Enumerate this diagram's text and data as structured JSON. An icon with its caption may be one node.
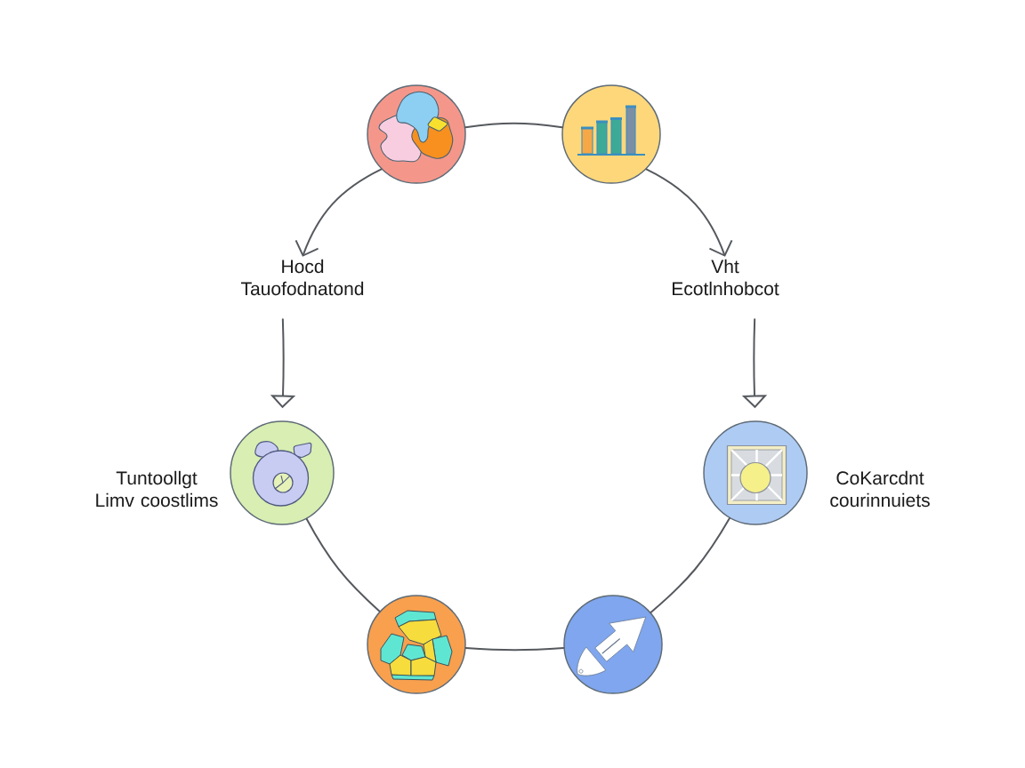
{
  "diagram": {
    "nodes": [
      {
        "text": [],
        "shape": "circle"
      },
      {
        "text": [],
        "shape": "circle"
      },
      {
        "text": [
          "Hocd Tauofodnatond"
        ]
      },
      {
        "text": [
          "Vht Ecotlnhobcot"
        ]
      },
      {
        "text": [],
        "shape": "circle",
        "beside": [
          "Tuntoollgt Limv coostlims"
        ]
      },
      {
        "text": [],
        "shape": "circle",
        "beside": [
          "CoKarcdnt courinnuiets"
        ]
      },
      {
        "text": [],
        "shape": "circle"
      },
      {
        "text": [],
        "shape": "circle"
      }
    ],
    "edges": [
      {
        "from": 0,
        "to": 1,
        "arrow": "none"
      },
      {
        "from": 0,
        "to": 2,
        "arrow": "to"
      },
      {
        "from": 2,
        "to": 4,
        "arrow": "to"
      },
      {
        "from": 1,
        "to": 3,
        "arrow": "to"
      },
      {
        "from": 3,
        "to": 5,
        "arrow": "to"
      },
      {
        "from": 4,
        "to": 6,
        "arrow": "none"
      },
      {
        "from": 6,
        "to": 7,
        "arrow": "none"
      },
      {
        "from": 7,
        "to": 5,
        "arrow": "none"
      }
    ]
  }
}
